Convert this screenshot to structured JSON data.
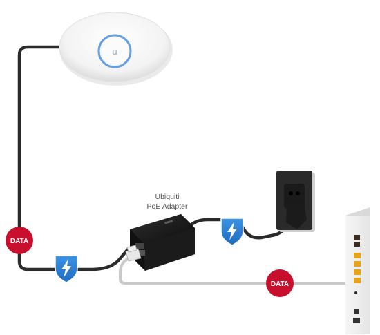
{
  "adapter": {
    "line1": "Ubiquiti",
    "line2": "PoE Adapter"
  },
  "badges": {
    "data_left": "DATA",
    "data_right": "DATA"
  },
  "icons": {
    "access_point": "access-point-device",
    "power_shield": "lightning-shield-icon",
    "outlet": "wall-outlet",
    "router": "router-device"
  },
  "colors": {
    "data_badge": "#c8102e",
    "power_shield": "#2a7fd4",
    "cable_dark": "#2b2b2b",
    "cable_light": "#c9c9c9",
    "led_ring": "#4a8fe0"
  }
}
